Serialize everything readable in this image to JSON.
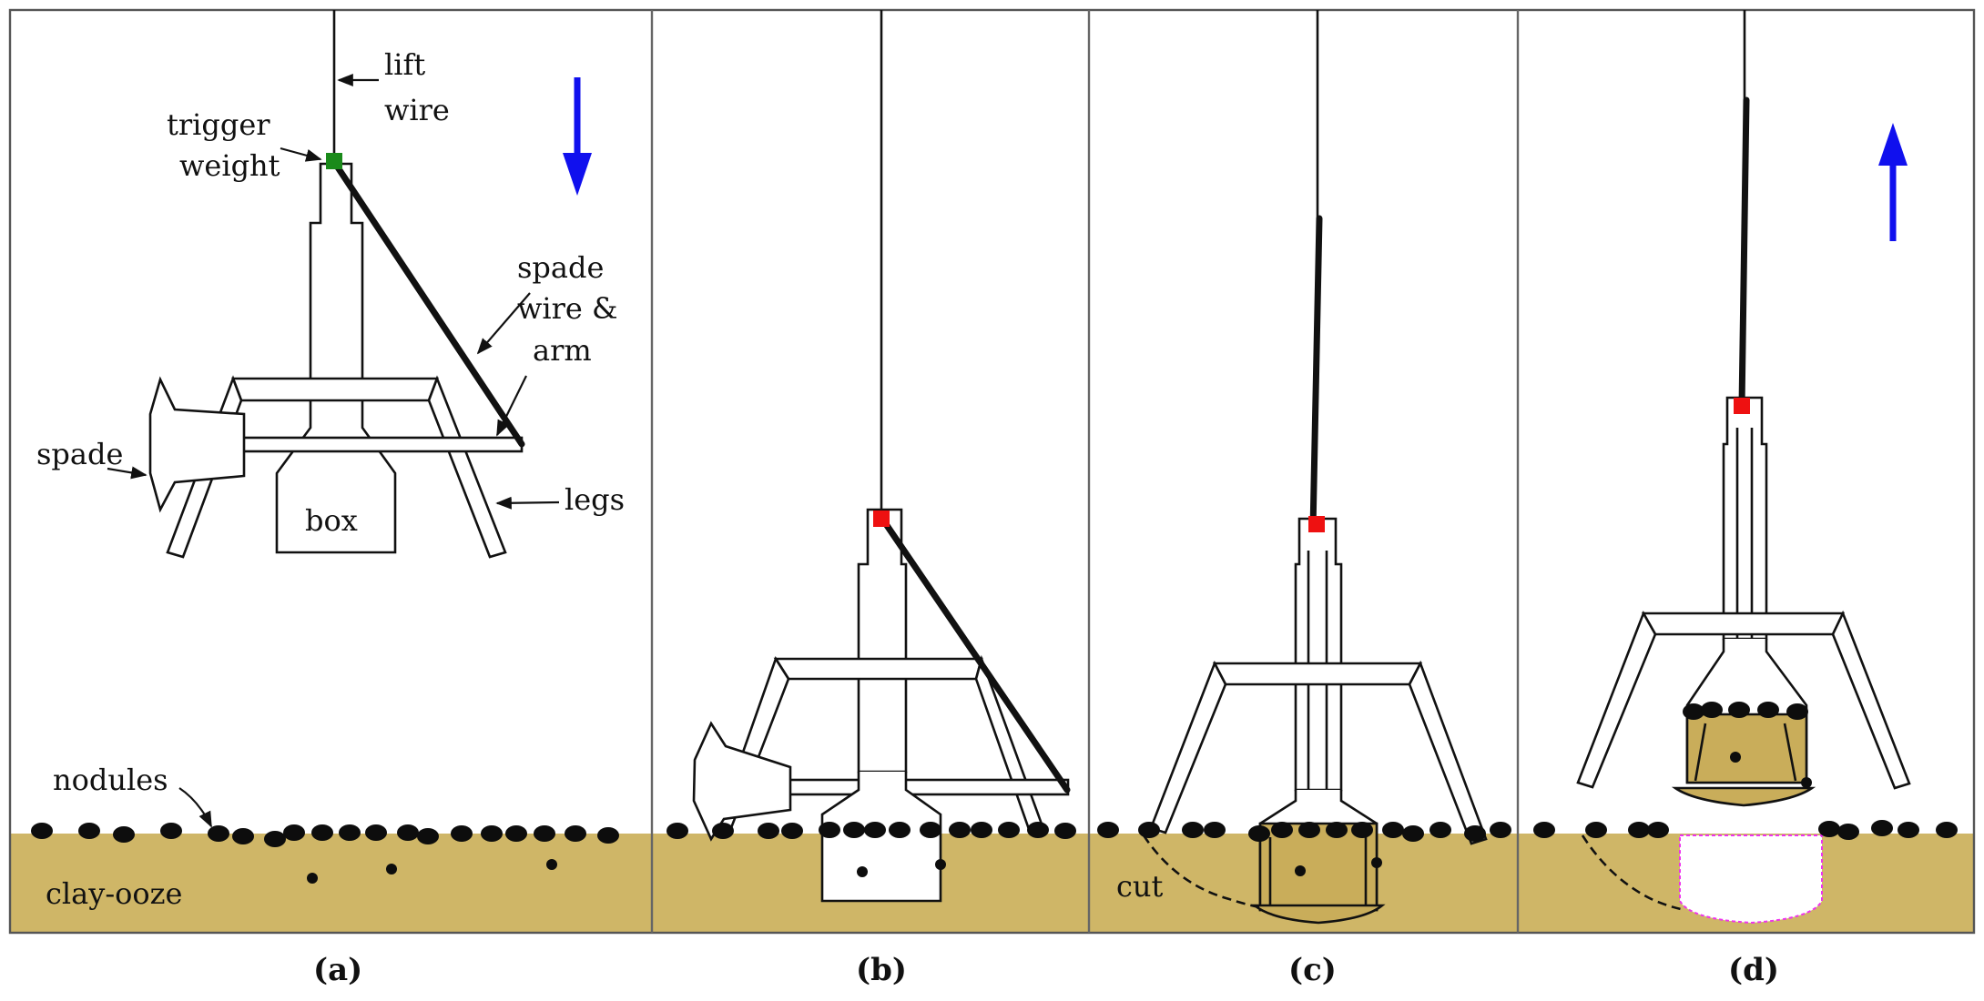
{
  "labels": {
    "lift_wire_1": "lift",
    "lift_wire_2": "wire",
    "trigger_weight_1": "trigger",
    "trigger_weight_2": "weight",
    "spade_wire_1": "spade",
    "spade_wire_2": "wire &",
    "spade_wire_3": "arm",
    "spade": "spade",
    "legs": "legs",
    "box": "box",
    "nodules": "nodules",
    "clay_ooze": "clay-ooze",
    "cut": "cut"
  },
  "panels": [
    "(a)",
    "(b)",
    "(c)",
    "(d)"
  ],
  "colors": {
    "sediment": "#cfb667",
    "arrow": "#1010ee",
    "trigger_weight_a": "#1a8a1a",
    "trigger_weight_bcd": "#ee1111",
    "void_outline": "#ee33ee"
  },
  "motion": {
    "panel_a": "down-arrow",
    "panel_d": "up-arrow"
  }
}
